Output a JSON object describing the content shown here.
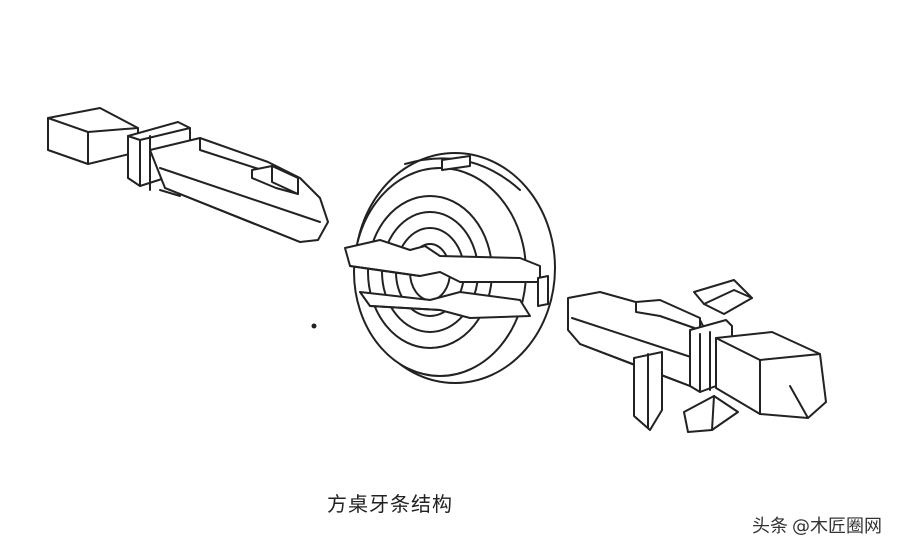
{
  "caption": "方桌牙条结构",
  "watermark": {
    "platform": "头条",
    "handle": "@木匠圈网"
  },
  "colors": {
    "line": "#222222",
    "paper": "#ffffff"
  }
}
